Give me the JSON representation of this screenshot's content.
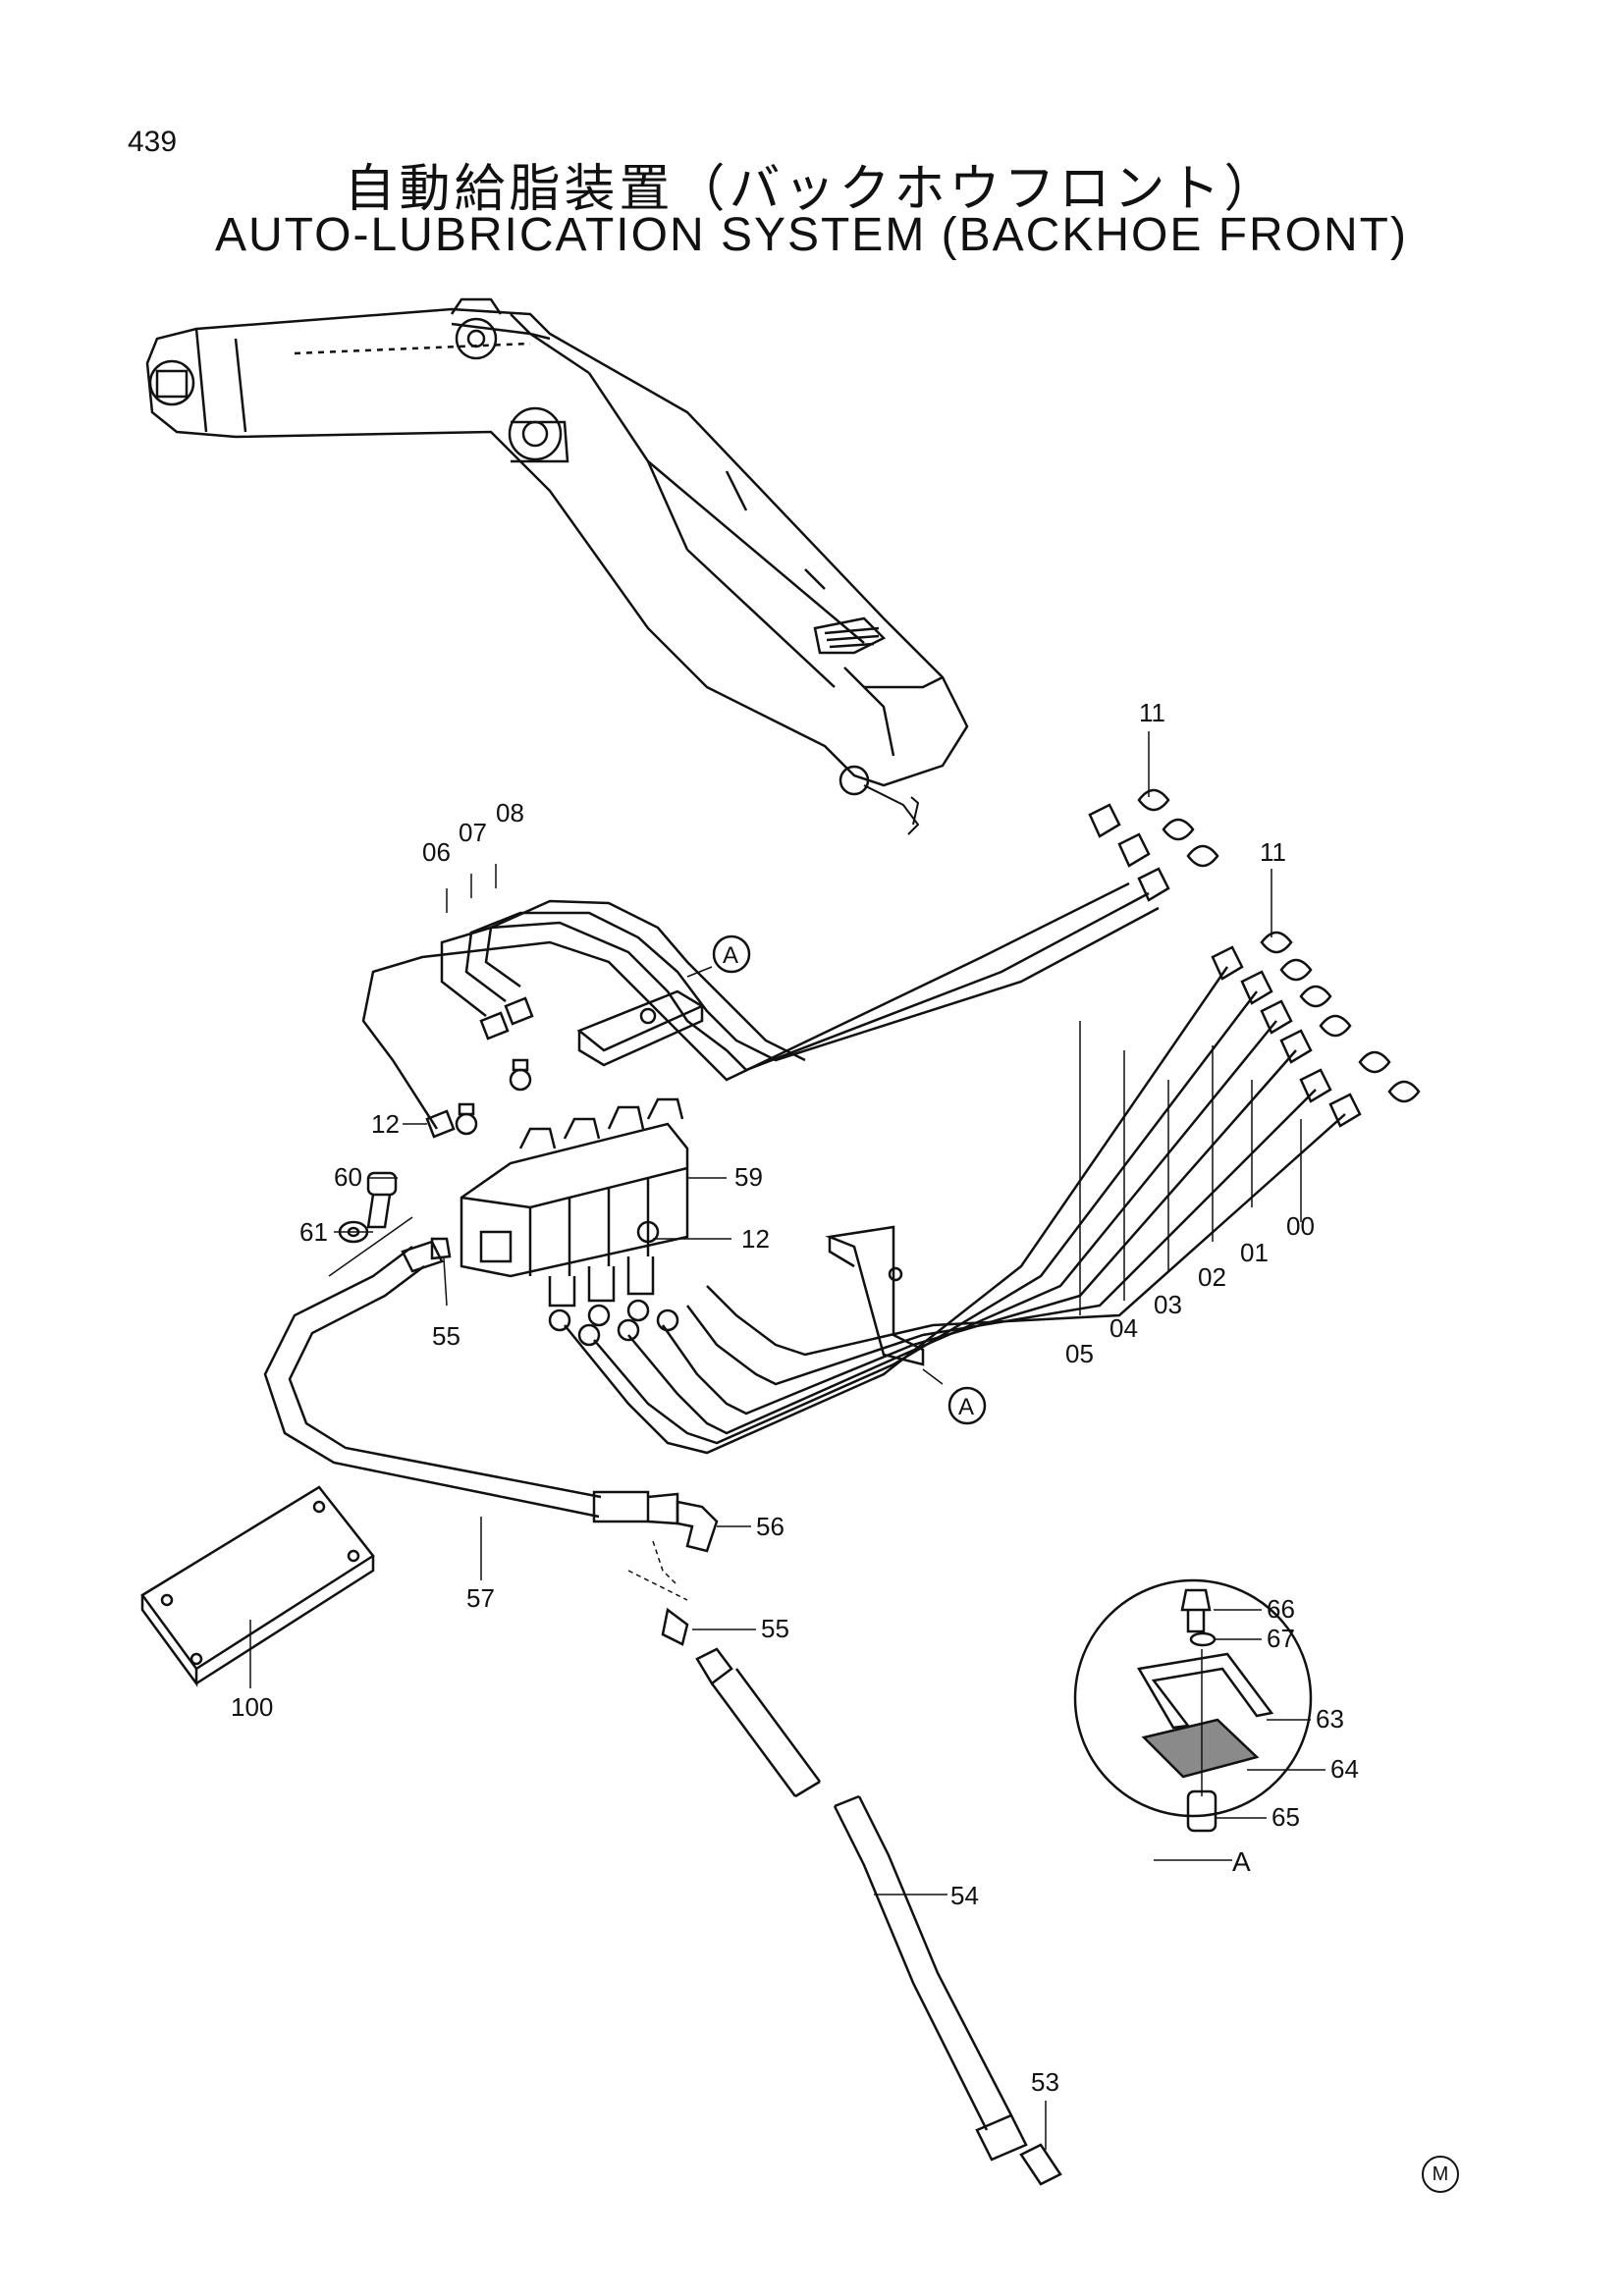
{
  "page_number": "439",
  "title_ja": "自動給脂装置（バックホウフロント）",
  "title_en": "AUTO-LUBRICATION SYSTEM (BACKHOE FRONT)",
  "detail_label": "A",
  "callout_a_1": "A",
  "callout_a_2": "A",
  "mark": "M",
  "parts": {
    "p00": "00",
    "p01": "01",
    "p02": "02",
    "p03": "03",
    "p04": "04",
    "p05": "05",
    "p06": "06",
    "p07": "07",
    "p08": "08",
    "p11a": "11",
    "p11b": "11",
    "p12a": "12",
    "p12b": "12",
    "p53": "53",
    "p54": "54",
    "p55a": "55",
    "p55b": "55",
    "p56": "56",
    "p57": "57",
    "p59": "59",
    "p60": "60",
    "p61": "61",
    "p63": "63",
    "p64": "64",
    "p65": "65",
    "p66": "66",
    "p67": "67",
    "p100": "100"
  },
  "line_color": "#111111",
  "shade_color": "#8a8a8a"
}
